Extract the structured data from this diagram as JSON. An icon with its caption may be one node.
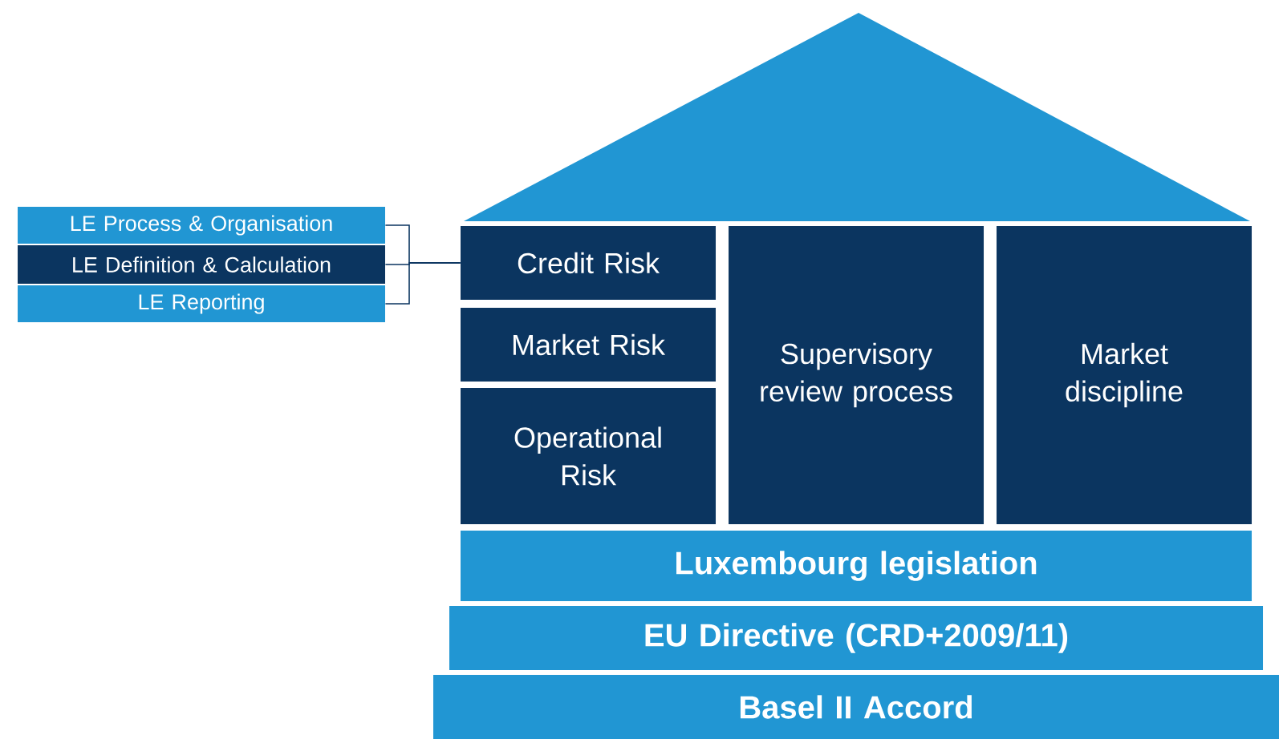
{
  "diagram": {
    "nodes": [
      {
        "text": [
          "LE Process & Organisation"
        ]
      },
      {
        "text": [
          "LE Definition & Calculation"
        ]
      },
      {
        "text": [
          "LE Reporting"
        ]
      },
      {
        "text": [
          "Credit Risk"
        ]
      },
      {
        "text": [
          "Market Risk"
        ]
      },
      {
        "text": [
          "Operational Risk"
        ]
      },
      {
        "text": [
          "Supervisory review process"
        ]
      },
      {
        "text": [
          "Market discipline"
        ]
      },
      {
        "text": [
          "Luxembourg legislation"
        ]
      },
      {
        "text": [
          "EU Directive (CRD+2009/11)"
        ]
      },
      {
        "text": [
          "Basel II Accord"
        ]
      }
    ],
    "edges": [
      {
        "from": 0,
        "to": 3,
        "arrow": "none"
      },
      {
        "from": 1,
        "to": 3,
        "arrow": "none"
      },
      {
        "from": 2,
        "to": 3,
        "arrow": "none"
      }
    ]
  }
}
